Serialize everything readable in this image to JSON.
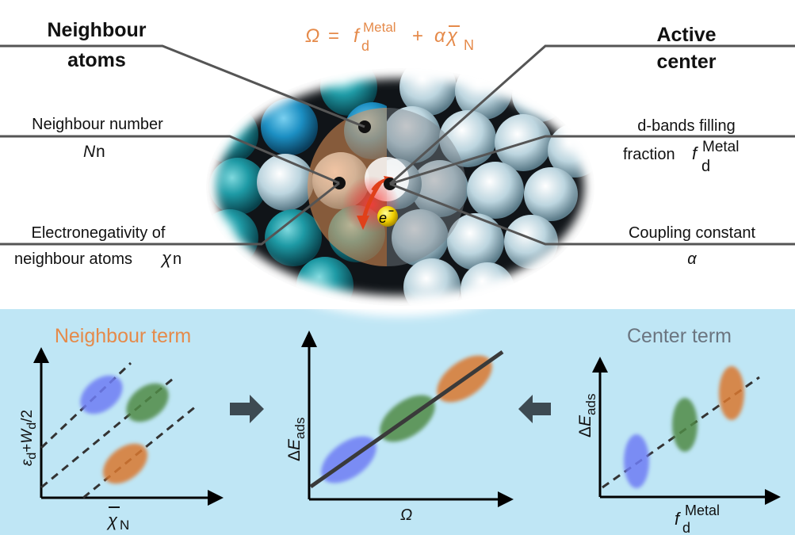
{
  "formula": {
    "omega": "Ω",
    "equals": "=",
    "f": "f",
    "f_sub": "d",
    "f_sup": "Metal",
    "plus": "+",
    "alpha": "α",
    "chi": "χ",
    "chi_sub": "N"
  },
  "labels": {
    "neighbour_atoms_line1": "Neighbour",
    "neighbour_atoms_line2": "atoms",
    "active_center_line1": "Active",
    "active_center_line2": "center",
    "neighbour_number": "Neighbour number",
    "nn_symbol": "N",
    "nn_sub": "n",
    "electroneg_line1": "Electronegativity of",
    "electroneg_line2": "neighbour atoms",
    "chi_n_symbol": "χ",
    "chi_n_sub": "n",
    "dband_line1": "d-bands filling",
    "dband_line2": "fraction",
    "dband_f": "f",
    "dband_sub": "d",
    "dband_sup": "Metal",
    "coupling_line1": "Coupling constant",
    "coupling_alpha": "α",
    "electron": "e",
    "electron_sup": "−"
  },
  "panels": {
    "neighbour_term": "Neighbour term",
    "center_term": "Center term",
    "left_ylabel": "εd+Wd/2",
    "left_ylabel_eps": "ε",
    "left_ylabel_d1": "d",
    "left_ylabel_plus": "+",
    "left_ylabel_W": "W",
    "left_ylabel_d2": "d",
    "left_ylabel_half": "/2",
    "left_xlabel": "χ",
    "left_xlabel_sub": "N",
    "mid_ylabel_delta": "Δ",
    "mid_ylabel_E": "E",
    "mid_ylabel_sub": "ads",
    "mid_xlabel": "Ω",
    "right_ylabel_delta": "Δ",
    "right_ylabel_E": "E",
    "right_ylabel_sub": "ads",
    "right_xlabel_f": "f",
    "right_xlabel_sub": "d",
    "right_xlabel_sup": "Metal"
  },
  "colors": {
    "orange": "#e58a4a",
    "blue_ellipse": "#6f7cf5",
    "green_ellipse": "#4f8a46",
    "orange_ellipse": "#d9772e",
    "panel_bg": "#bfe6f5",
    "teal_atom": "#1b8f9a",
    "light_atom": "#c9dde6",
    "gray_text": "#6b7580"
  }
}
